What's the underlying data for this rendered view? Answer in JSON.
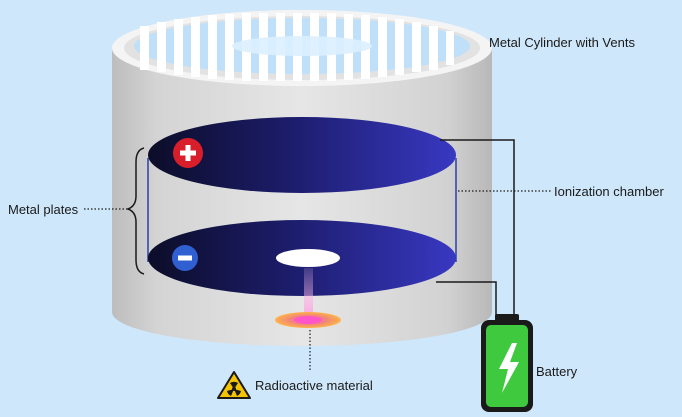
{
  "labels": {
    "cylinder": "Metal Cylinder with Vents",
    "plates": "Metal  plates",
    "chamber": "Ionization chamber",
    "battery": "Battery",
    "radioactive": "Radioactive material"
  },
  "symbols": {
    "positive": "+",
    "negative": "−"
  },
  "icons": {
    "positive": "plus-icon",
    "negative": "minus-icon",
    "battery": "battery-bolt-icon",
    "radioactive": "radiation-warning-icon"
  },
  "colors": {
    "background": "#cfe7fa",
    "cylinder": "#d9d9d9",
    "plate_dark": "#0e0f2e",
    "plate_light": "#3535b8",
    "positive": "#d81e2a",
    "negative": "#2f5fd0",
    "battery_green": "#3fc93f",
    "warning_yellow": "#f5c400"
  }
}
